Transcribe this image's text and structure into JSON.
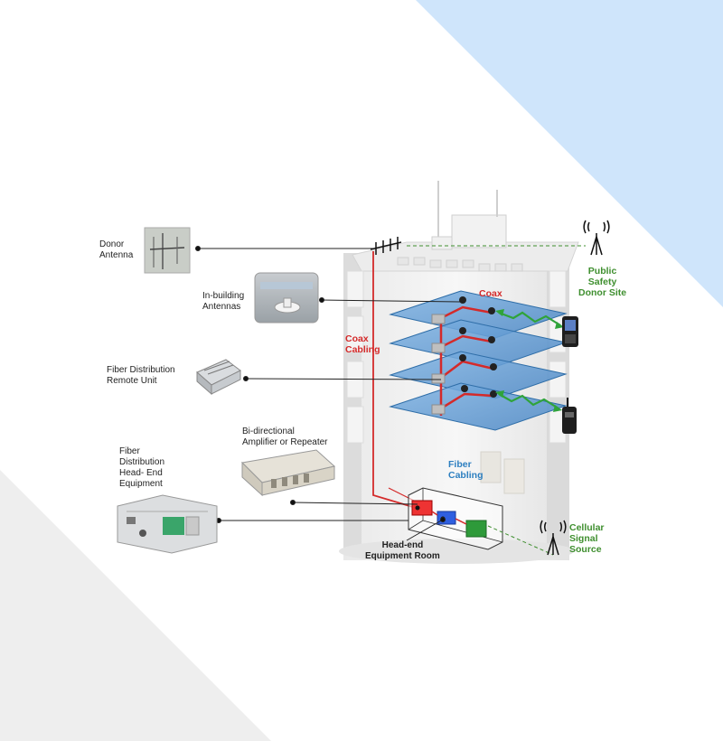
{
  "colors": {
    "corner_blue": "#cfe5fb",
    "corner_gray": "#eeeeee",
    "coax_red": "#d42a2a",
    "fiber_blue": "#2d7fc0",
    "signal_green": "#3f8f2f",
    "floor_plate": "#5b9bd5"
  },
  "labels": {
    "donor_antenna": "Donor\nAntenna",
    "in_building_antennas": "In-building\nAntennas",
    "fiber_remote_unit": "Fiber Distribution\nRemote Unit",
    "amplifier": "Bi-directional\nAmplifier or Repeater",
    "fiber_head_end": "Fiber\nDistribution\nHead- End\nEquipment",
    "public_safety": "Public\nSafety\nDonor Site",
    "coax_top": "Coax",
    "coax_cabling": "Coax\nCabling",
    "fiber_cabling": "Fiber\nCabling",
    "head_end_room": "Head-end\nEquipment Room",
    "cellular_source": "Cellular\nSignal\nSource"
  },
  "icons": [
    "cell-tower-icon",
    "handheld-radio-icon",
    "phone-icon"
  ]
}
